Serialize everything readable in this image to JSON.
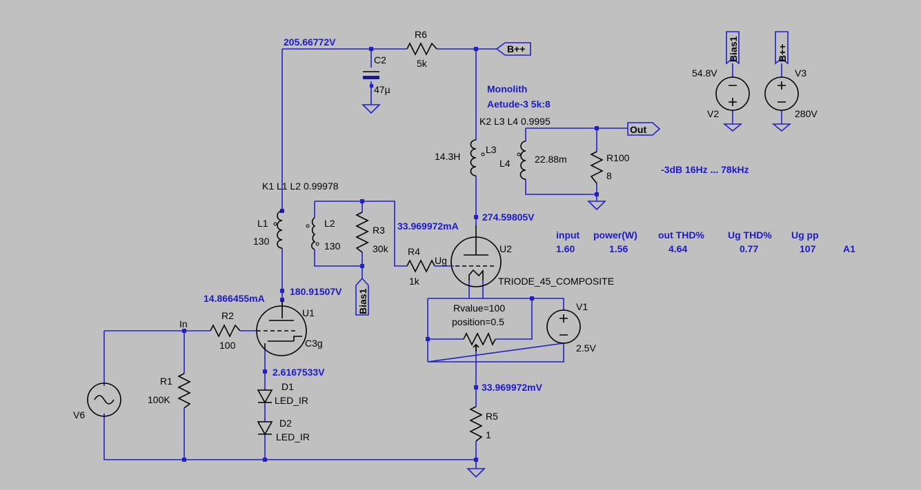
{
  "nets": {
    "node_205": "205.66772V",
    "b_pp_flag": "B++",
    "out_flag": "Out",
    "node_274": "274.59805V",
    "i_u2": "33.969972mA",
    "node_180": "180.91507V",
    "i_u1": "14.866455mA",
    "node_2_61": "2.6167533V",
    "node_33mv": "33.969972mV",
    "in_label": "In",
    "ug_label": "Ug",
    "bias_flag": "Bias1"
  },
  "components": {
    "R6": {
      "name": "R6",
      "value": "5k"
    },
    "C2": {
      "name": "C2",
      "value": "47µ"
    },
    "L3": {
      "name": "L3",
      "value": "14.3H"
    },
    "L4": {
      "name": "L4",
      "value": "22.88m"
    },
    "R100": {
      "name": "R100",
      "value": "8"
    },
    "L1": {
      "name": "L1",
      "value": "130"
    },
    "L2": {
      "name": "L2",
      "value": "130"
    },
    "R3": {
      "name": "R3",
      "value": "30k"
    },
    "R4": {
      "name": "R4",
      "value": "1k"
    },
    "U2": {
      "name": "U2",
      "model": "TRIODE_45_COMPOSITE"
    },
    "U1": {
      "name": "U1",
      "model": "C3g"
    },
    "R2": {
      "name": "R2",
      "value": "100"
    },
    "R1": {
      "name": "R1",
      "value": "100K"
    },
    "V6": {
      "name": "V6"
    },
    "D1": {
      "name": "D1",
      "model": "LED_IR"
    },
    "D2": {
      "name": "D2",
      "model": "LED_IR"
    },
    "R5": {
      "name": "R5",
      "value": "1"
    },
    "V1": {
      "name": "V1",
      "value": "2.5V"
    },
    "V2": {
      "name": "V2",
      "value": "54.8V"
    },
    "V3": {
      "name": "V3",
      "value": "280V"
    },
    "pot": {
      "rvalue": "Rvalue=100",
      "position": "position=0.5"
    }
  },
  "directives": {
    "k1": "K1 L1 L2  0.99978",
    "k2": "K2 L3 L4  0.9995",
    "transformer_line1": "Monolith",
    "transformer_line2": "Aetude-3 5k:8",
    "bandwidth": "-3dB 16Hz ... 78kHz"
  },
  "results": {
    "headers": [
      "input",
      "power(W)",
      "out THD%",
      "Ug THD%",
      "Ug pp"
    ],
    "values": [
      "1.60",
      "1.56",
      "4.64",
      "0.77",
      "107",
      "A1"
    ]
  },
  "colors": {
    "background": "#c0c0c0",
    "wire": "#2020c8",
    "text_blue": "#1a1acc"
  }
}
